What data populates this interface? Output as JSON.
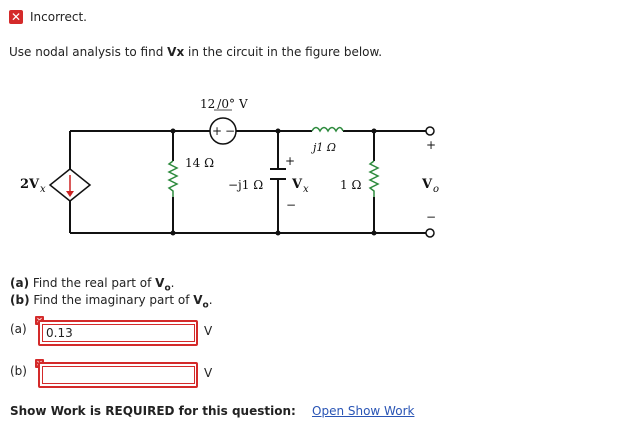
{
  "status": {
    "label": "Incorrect."
  },
  "prompt": {
    "pre": "Use nodal analysis to find ",
    "var": "Vx",
    "post": " in the circuit in the figure below."
  },
  "circuit": {
    "source_value": "12",
    "source_angle": "0°",
    "source_unit": "V",
    "r14": "14 Ω",
    "cap": "−j1 Ω",
    "inductor": "j1 Ω",
    "r1": "1 Ω",
    "vx_main": "V",
    "vx_sub": "x",
    "dep_main": "2V",
    "dep_sub": "x",
    "vo_main": "V",
    "vo_sub": "o",
    "plus": "+",
    "minus": "−",
    "source_plus": "+",
    "source_minus": "−"
  },
  "questions": {
    "a_prefix": "(a)",
    "a_text": " Find the real part of ",
    "a_var": "V",
    "a_sub": "o",
    "a_end": ".",
    "b_prefix": "(b)",
    "b_text": " Find the imaginary part of ",
    "b_var": "V",
    "b_sub": "o",
    "b_end": "."
  },
  "answers": {
    "a_label": "(a)",
    "a_value": "0.13",
    "a_unit": "V",
    "b_label": "(b)",
    "b_value": "",
    "b_unit": "V"
  },
  "footer": {
    "required": "Show Work is REQUIRED for this question:",
    "link": "Open Show Work"
  }
}
